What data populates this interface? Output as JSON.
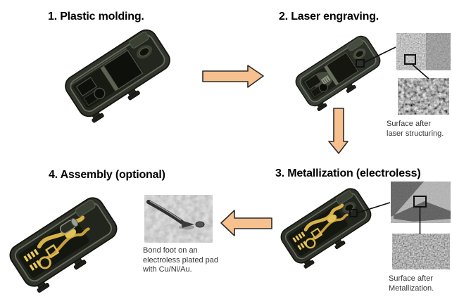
{
  "diagram": {
    "steps": [
      {
        "id": 1,
        "label": "1. Plastic molding."
      },
      {
        "id": 2,
        "label": "2. Laser engraving."
      },
      {
        "id": 3,
        "label": "3. Metallization (electroless)"
      },
      {
        "id": 4,
        "label": "4. Assembly (optional)"
      }
    ],
    "captions": {
      "laser_surface": "Surface after\nlaser structuring.",
      "metallization_surface": "Surface after\nMetallization.",
      "bond_foot": "Bond foot on an\nelectroless plated pad\nwith Cu/Ni/Au."
    },
    "arrows": [
      {
        "name": "arrow-step1-to-step2",
        "direction": "right"
      },
      {
        "name": "arrow-step2-to-step3",
        "direction": "down"
      },
      {
        "name": "arrow-step3-to-step4",
        "direction": "left"
      }
    ],
    "figures": [
      {
        "name": "molded-plastic-part-photo"
      },
      {
        "name": "laser-engraved-part-photo"
      },
      {
        "name": "laser-structured-surface-micrograph"
      },
      {
        "name": "laser-structured-surface-micrograph-zoom"
      },
      {
        "name": "metallized-part-photo"
      },
      {
        "name": "metallized-surface-micrograph"
      },
      {
        "name": "metallized-surface-micrograph-zoom"
      },
      {
        "name": "assembled-part-photo"
      },
      {
        "name": "bond-foot-micrograph"
      }
    ]
  },
  "colors": {
    "background": "#FFFFFF",
    "arrow_fill": "#F6C18E",
    "arrow_outline": "#2B2B2B",
    "text": "#000000",
    "caption_text": "#333333"
  }
}
